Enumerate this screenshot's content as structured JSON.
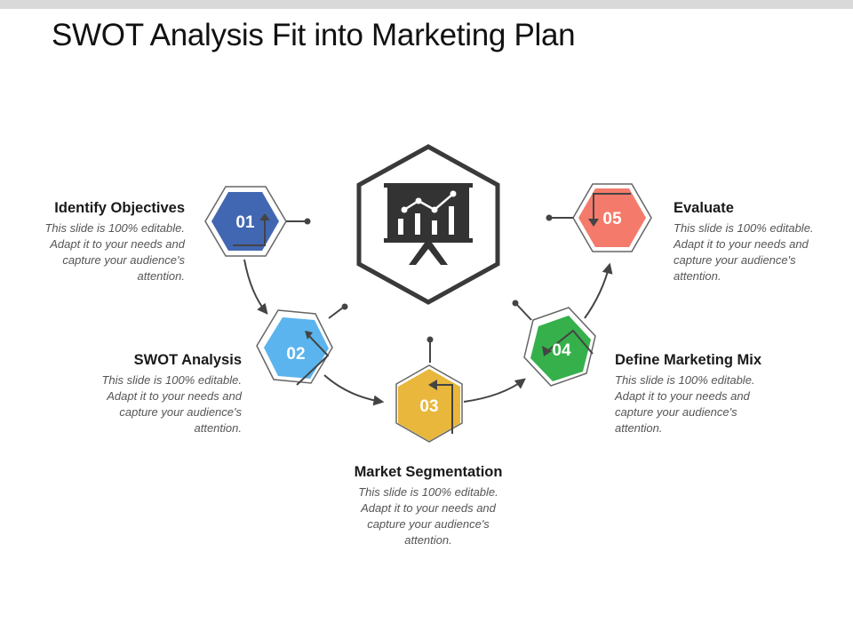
{
  "title": "SWOT Analysis Fit into Marketing Plan",
  "center_icon": "presentation-board-chart-icon",
  "colors": {
    "step01": "#4267b2",
    "step02": "#5bb4ee",
    "step03": "#e8b73b",
    "step04": "#36b04b",
    "step05": "#f47b6b",
    "outline": "#444444",
    "hex_border": "#666666"
  },
  "steps": [
    {
      "num": "01",
      "title": "Identify Objectives",
      "desc": "This slide is 100% editable. Adapt it to your needs and capture your audience's attention."
    },
    {
      "num": "02",
      "title": "SWOT Analysis",
      "desc": "This slide is 100% editable. Adapt it to your needs and capture your audience's attention."
    },
    {
      "num": "03",
      "title": "Market Segmentation",
      "desc": "This slide is 100% editable. Adapt it to your needs and capture your audience's attention."
    },
    {
      "num": "04",
      "title": "Define Marketing Mix",
      "desc": "This slide is 100% editable. Adapt it to your needs and capture your audience's attention."
    },
    {
      "num": "05",
      "title": "Evaluate",
      "desc": "This slide is 100% editable. Adapt it to your needs and capture your audience's attention."
    }
  ]
}
